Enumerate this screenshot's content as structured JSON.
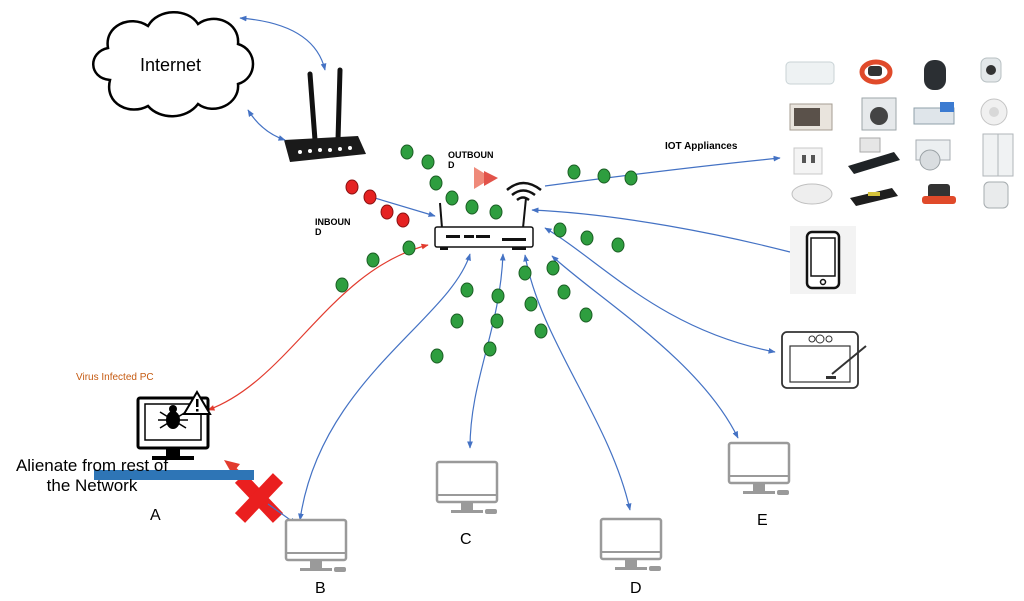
{
  "labels": {
    "internet": "Internet",
    "outbound": "OUTBOUN D",
    "inbound": "INBOUN D",
    "iot_appliances": "IOT Appliances",
    "virus_infected_pc": "Virus Infected PC",
    "alienate": "Alienate from rest of the Network",
    "node_a": "A",
    "node_b": "B",
    "node_c": "C",
    "node_d": "D",
    "node_e": "E"
  },
  "icons": {
    "cloud": "cloud-icon",
    "router": "router-icon",
    "access_point": "wifi-access-point-icon",
    "phone": "smartphone-icon",
    "tablet": "drawing-tablet-icon",
    "pc": "desktop-computer-icon",
    "virus": "virus-bug-icon",
    "warning": "warning-triangle-icon",
    "block": "red-x-block-icon"
  },
  "colors": {
    "arrow_blue": "#4472c4",
    "arrow_red": "#e23b2e",
    "packet_green": "#2e9e3f",
    "packet_red": "#e52222",
    "virus_text": "#c55a11"
  }
}
